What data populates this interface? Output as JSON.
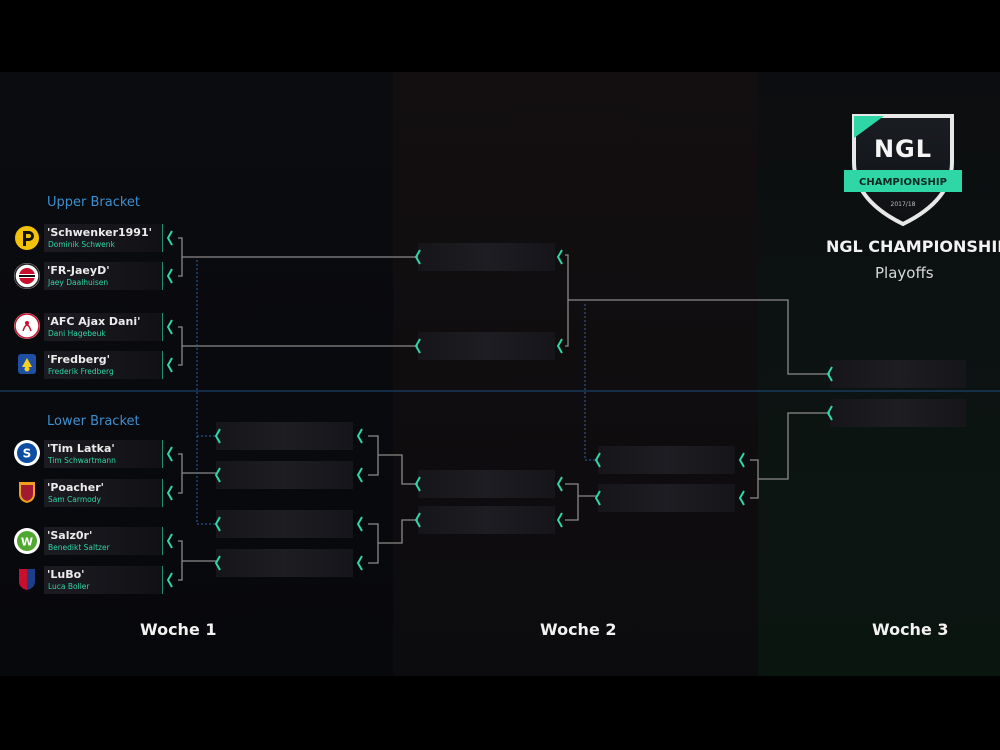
{
  "upper_label": "Upper Bracket",
  "lower_label": "Lower Bracket",
  "title": "NGL CHAMPIONSHIP",
  "subtitle": "Playoffs",
  "logo": {
    "text": "NGL",
    "banner": "CHAMPIONSHIP",
    "season": "2017/18"
  },
  "weeks": [
    "Woche 1",
    "Woche 2",
    "Woche 3"
  ],
  "colors": {
    "accent": "#2fd6a6",
    "section": "#3c8fcf",
    "line": "#8a8a8a"
  },
  "upper": [
    {
      "tag": "'Schwenker1991'",
      "name": "Dominik Schwenk",
      "icon": "pirate-logo-icon"
    },
    {
      "tag": "'FR-JaeyD'",
      "name": "Jaey Daalhuisen",
      "icon": "feyenoord-logo-icon"
    },
    {
      "tag": "'AFC Ajax Dani'",
      "name": "Dani Hagebeuk",
      "icon": "ajax-logo-icon"
    },
    {
      "tag": "'Fredberg'",
      "name": "Frederik Fredberg",
      "icon": "brondby-logo-icon"
    }
  ],
  "lower": [
    {
      "tag": "'Tim Latka'",
      "name": "Tim Schwartmann",
      "icon": "schalke-logo-icon"
    },
    {
      "tag": "'Poacher'",
      "name": "Sam Carmody",
      "icon": "roma-logo-icon"
    },
    {
      "tag": "'Salz0r'",
      "name": "Benedikt Saltzer",
      "icon": "wolfsburg-logo-icon"
    },
    {
      "tag": "'LuBo'",
      "name": "Luca Boller",
      "icon": "basel-logo-icon"
    }
  ]
}
